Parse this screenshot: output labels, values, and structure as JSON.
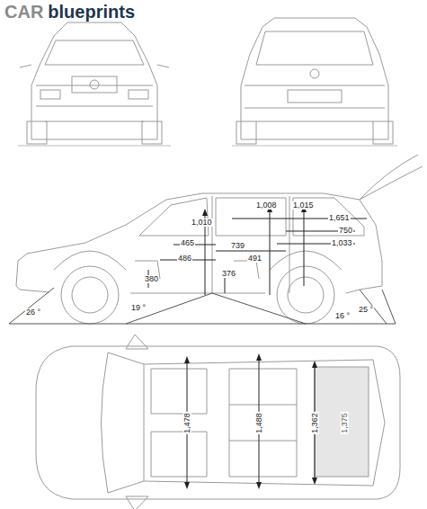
{
  "diagram": {
    "labels": [
      "CAR",
      "blueprints",
      "1,010",
      "1,008",
      "1,015",
      "1,651",
      "750",
      "465",
      "486",
      "739",
      "491",
      "1,033",
      "380",
      "376",
      "26 °",
      "19 °",
      "25 °",
      "16 °",
      "1,478",
      "1,488",
      "1,362",
      "1,375"
    ]
  }
}
